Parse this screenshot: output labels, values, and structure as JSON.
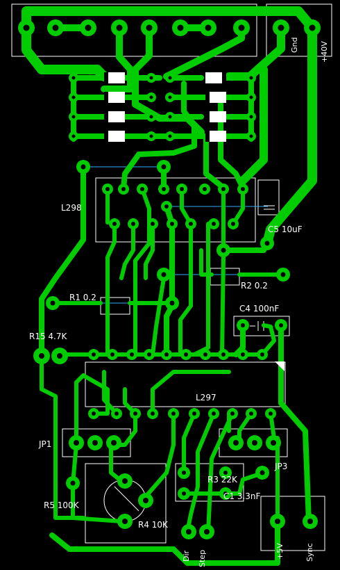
{
  "labels": {
    "gnd": "Gnd",
    "v40": "+40V",
    "l298": "L298",
    "c5": "C5 10uF",
    "r2": "R2 0.2",
    "r1": "R1 0.2",
    "c4": "C4 100nF",
    "r15": "R15 4.7K",
    "l297": "L297",
    "jp1": "JP1",
    "jp3": "JP3",
    "r3": "R3 22K",
    "c1": "C1 3.3nF",
    "r5": "R5 100K",
    "r4": "R4 10K",
    "dir": "Dir",
    "step": "Step",
    "v5": "+5V",
    "sync": "Sync"
  },
  "colors": {
    "copper": "#00cc00",
    "background": "#000000",
    "silkscreen": "#ffffff",
    "ratsnest": "#33aaff"
  }
}
